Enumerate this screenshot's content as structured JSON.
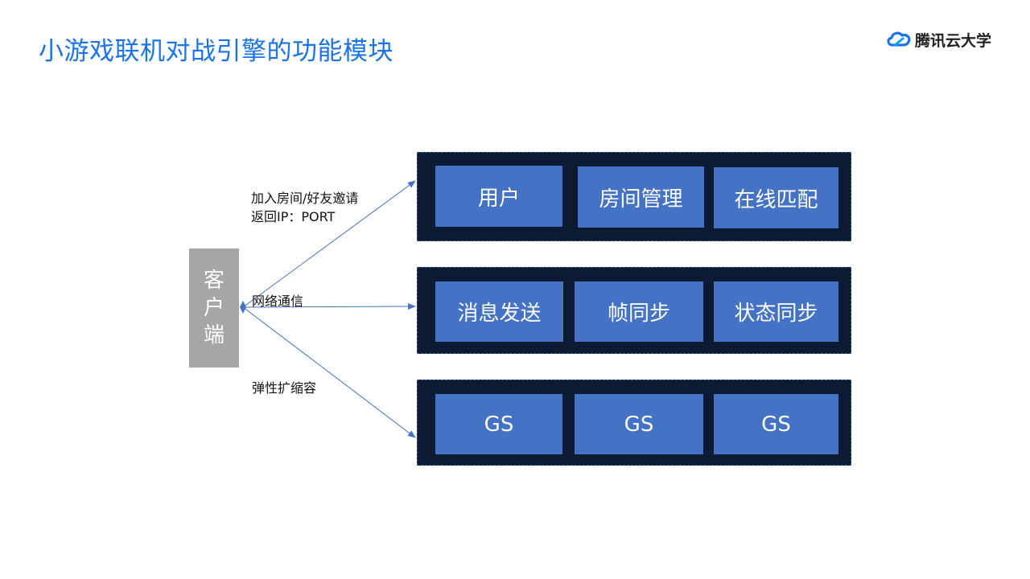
{
  "header": {
    "title": "小游戏联机对战引擎的功能模块",
    "brand": "腾讯云大学",
    "brand_color": "#1a73e8"
  },
  "diagram": {
    "client": [
      "客",
      "户",
      "端"
    ],
    "edges": {
      "top_line1": "加入房间/好友邀请",
      "top_line2": "返回IP：PORT",
      "middle": "网络通信",
      "bottom": "弹性扩缩容"
    },
    "groups": [
      {
        "modules": [
          "用户",
          "房间管理",
          "在线匹配"
        ]
      },
      {
        "modules": [
          "消息发送",
          "帧同步",
          "状态同步"
        ]
      },
      {
        "modules": [
          "GS",
          "GS",
          "GS"
        ]
      }
    ],
    "colors": {
      "module_fill": "#4472c4",
      "group_fill": "#0d1a33",
      "client_fill": "#a6a6a6",
      "connector": "#4472c4"
    }
  }
}
